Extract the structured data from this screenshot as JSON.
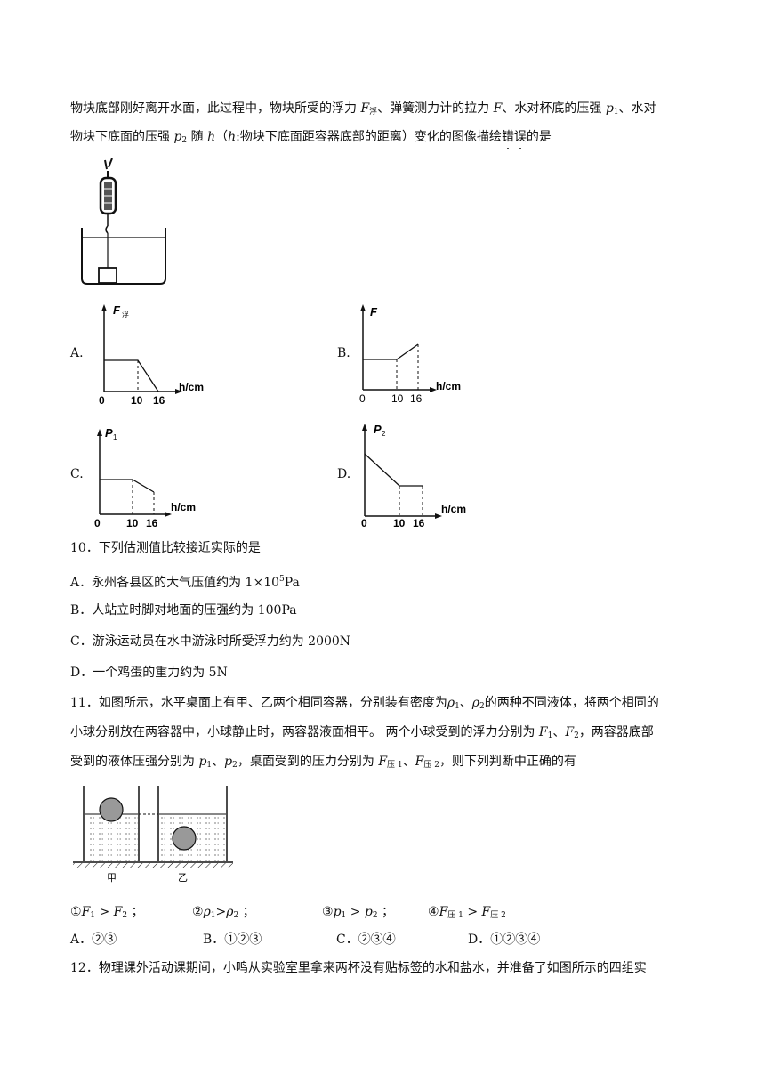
{
  "q9": {
    "line1": [
      "物块底部刚好离开水面，此过程中，物块所受的浮力 ",
      "F",
      "浮",
      "、弹簧测力计的拉力 ",
      "F",
      "、水对杯底的压强 ",
      "p",
      "1",
      "、水对"
    ],
    "line2": [
      "物块下底面的压强 ",
      "p",
      "2",
      " 随 ",
      "h",
      "（",
      "h",
      ":物块下底面距容器底部的距离）变化的图像描绘",
      "错",
      "误",
      "的是"
    ],
    "options": [
      {
        "label": "A.",
        "ylabel": "F",
        "ylabel_sub": "浮",
        "xlabel": "h/cm",
        "ticks": [
          "0",
          "10",
          "16"
        ]
      },
      {
        "label": "B.",
        "ylabel": "F",
        "ylabel_sub": "",
        "xlabel": "h/cm",
        "ticks": [
          "0",
          "10",
          "16"
        ]
      },
      {
        "label": "C.",
        "ylabel": "P",
        "ylabel_sub": "1",
        "xlabel": "h/cm",
        "ticks": [
          "0",
          "10",
          "16"
        ]
      },
      {
        "label": "D.",
        "ylabel": "P",
        "ylabel_sub": "2",
        "xlabel": "h/cm",
        "ticks": [
          "0",
          "10",
          "16"
        ]
      }
    ]
  },
  "q10": {
    "stem": "10．下列估测值比较接近实际的是",
    "a_pre": "A．永州各县区的大气压值约为 1×10",
    "a_sup": "5",
    "a_post": "Pa",
    "b": "B．人站立时脚对地面的压强约为 100Pa",
    "c": "C．游泳运动员在水中游泳时所受浮力约为 2000N",
    "d": "D．一个鸡蛋的重力约为 5N"
  },
  "q11": {
    "line1": [
      "11．如图所示，水平桌面上有甲、乙两个相同容器，分别装有密度为",
      "ρ",
      "1",
      "、",
      "ρ",
      "2",
      "的两种不同液体，将两个相同的"
    ],
    "line2": "小球分别放在两容器中，小球静止时，两容器液面相平。 两个小球受到的浮力分别为 ",
    "line2_tail": [
      "F",
      "1",
      "、",
      "F",
      "2",
      "，两容器底部"
    ],
    "line3": [
      "受到的液体压强分别为 ",
      "p",
      "1",
      "、",
      "p",
      "2",
      "，桌面受到的压力分别为 ",
      "F",
      "压 1",
      "、",
      "F",
      "压 2",
      "，则下列判断中正确的有"
    ],
    "container_labels": [
      "甲",
      "乙"
    ],
    "statements": [
      [
        "①",
        "F",
        "1",
        " > ",
        "F",
        "2",
        " ；"
      ],
      [
        "②",
        "ρ",
        "1",
        ">",
        "ρ",
        "2",
        " ；"
      ],
      [
        "③",
        "p",
        "1",
        " > ",
        "p",
        "2",
        " ；"
      ],
      [
        "④",
        "F",
        "压 1",
        " > ",
        "F",
        "压 2",
        ""
      ]
    ],
    "choices": [
      "A．②③",
      "B．①②③",
      "C．②③④",
      "D．①②③④"
    ]
  },
  "q12": {
    "line1": "12．物理课外活动课期间，小鸣从实验室里拿来两杯没有贴标签的水和盐水，并准备了如图所示的四组实"
  }
}
